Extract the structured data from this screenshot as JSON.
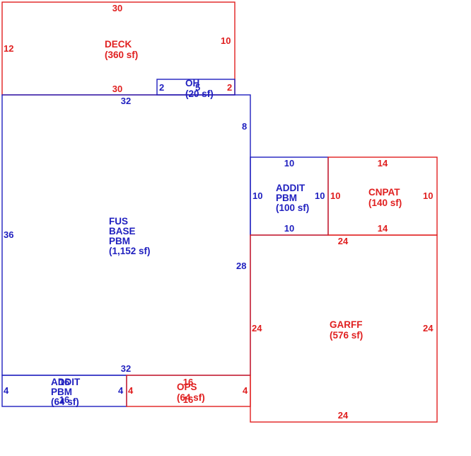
{
  "areas": [
    {
      "id": "deck",
      "lines": [
        "DECK",
        "(360 sf)"
      ],
      "color": "#e02020"
    },
    {
      "id": "oh",
      "lines": [
        "OH",
        "(20 sf)"
      ],
      "color": "#1f1fbf"
    },
    {
      "id": "base",
      "lines": [
        "FUS",
        "BASE",
        "PBM",
        "(1,152 sf)"
      ],
      "color": "#1f1fbf"
    },
    {
      "id": "addit_right",
      "lines": [
        "ADDIT",
        "PBM",
        "(100 sf)"
      ],
      "color": "#1f1fbf"
    },
    {
      "id": "cnpat",
      "lines": [
        "CNPAT",
        "(140 sf)"
      ],
      "color": "#e02020"
    },
    {
      "id": "garff",
      "lines": [
        "GARFF",
        "(576 sf)"
      ],
      "color": "#e02020"
    },
    {
      "id": "addit_bottom",
      "lines": [
        "ADDIT",
        "PBM",
        "(64 sf)"
      ],
      "color": "#1f1fbf"
    },
    {
      "id": "ops",
      "lines": [
        "OPS",
        "(64 sf)"
      ],
      "color": "#e02020"
    }
  ],
  "dimensions": {
    "deck_top": "30",
    "deck_left": "12",
    "deck_right": "10",
    "deck_bottom": "30",
    "oh_left": "2",
    "oh_mid": "5",
    "oh_right": "2",
    "base_top": "32",
    "base_right_upper": "8",
    "base_left": "36",
    "base_right_lower": "28",
    "base_bottom": "32",
    "addit_r_top": "10",
    "addit_r_left": "10",
    "addit_r_right": "10",
    "addit_r_bottom": "10",
    "cnpat_top": "14",
    "cnpat_left": "10",
    "cnpat_right": "10",
    "cnpat_bottom": "14",
    "garff_top": "24",
    "garff_left": "24",
    "garff_right": "24",
    "garff_bottom": "24",
    "addit_b_top": "16",
    "addit_b_left": "4",
    "addit_b_right": "4",
    "addit_b_bottom": "16",
    "ops_top": "16",
    "ops_left": "4",
    "ops_right": "4",
    "ops_bottom": "16"
  }
}
